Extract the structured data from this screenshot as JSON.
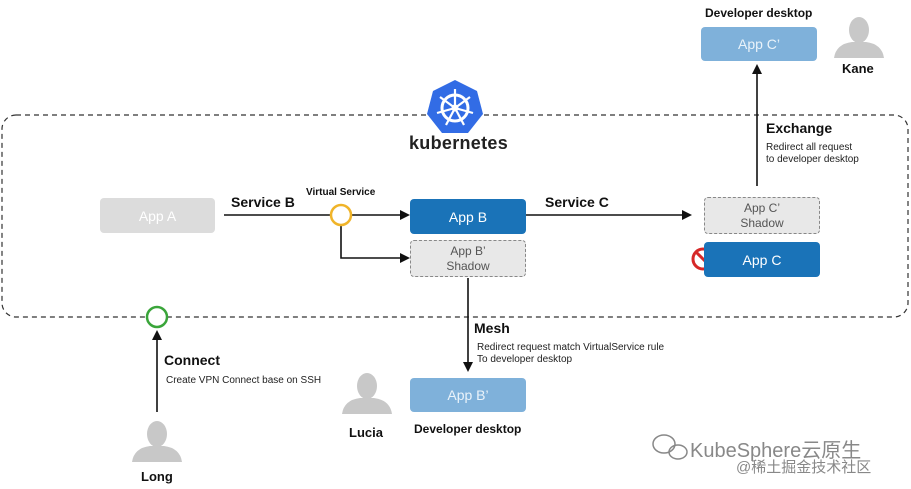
{
  "kubernetes": {
    "logo_label": "kubernetes"
  },
  "apps": {
    "app_a": "App A",
    "app_b": "App B",
    "app_b_shadow_line1": "App B’",
    "app_b_shadow_line2": "Shadow",
    "app_c_shadow_line1": "App C’",
    "app_c_shadow_line2": "Shadow",
    "app_c": "App C",
    "app_c_prime": "App C’",
    "app_b_prime": "App B’"
  },
  "labels": {
    "service_b": "Service B",
    "virtual_service": "Virtual Service",
    "service_c": "Service C",
    "exchange_title": "Exchange",
    "exchange_desc_1": "Redirect all request",
    "exchange_desc_2": "to developer desktop",
    "mesh_title": "Mesh",
    "mesh_desc_1": "Redirect request match VirtualService rule",
    "mesh_desc_2": "To developer desktop",
    "connect_title": "Connect",
    "connect_desc": "Create VPN Connect base on SSH",
    "dev_desktop_top": "Developer desktop",
    "dev_desktop_bottom": "Developer desktop"
  },
  "people": {
    "kane": "Kane",
    "lucia": "Lucia",
    "long": "Long"
  },
  "watermark": {
    "line1": "KubeSphere云原生",
    "line2": "@稀土掘金技术社区"
  },
  "colors": {
    "blue": "#1a73b8",
    "light_blue": "#7fb1da",
    "gray": "#dcdcdc",
    "k8s_blue": "#326ce5",
    "virtual_service_ring": "#f0b429",
    "connect_ring": "#3aa53a"
  }
}
